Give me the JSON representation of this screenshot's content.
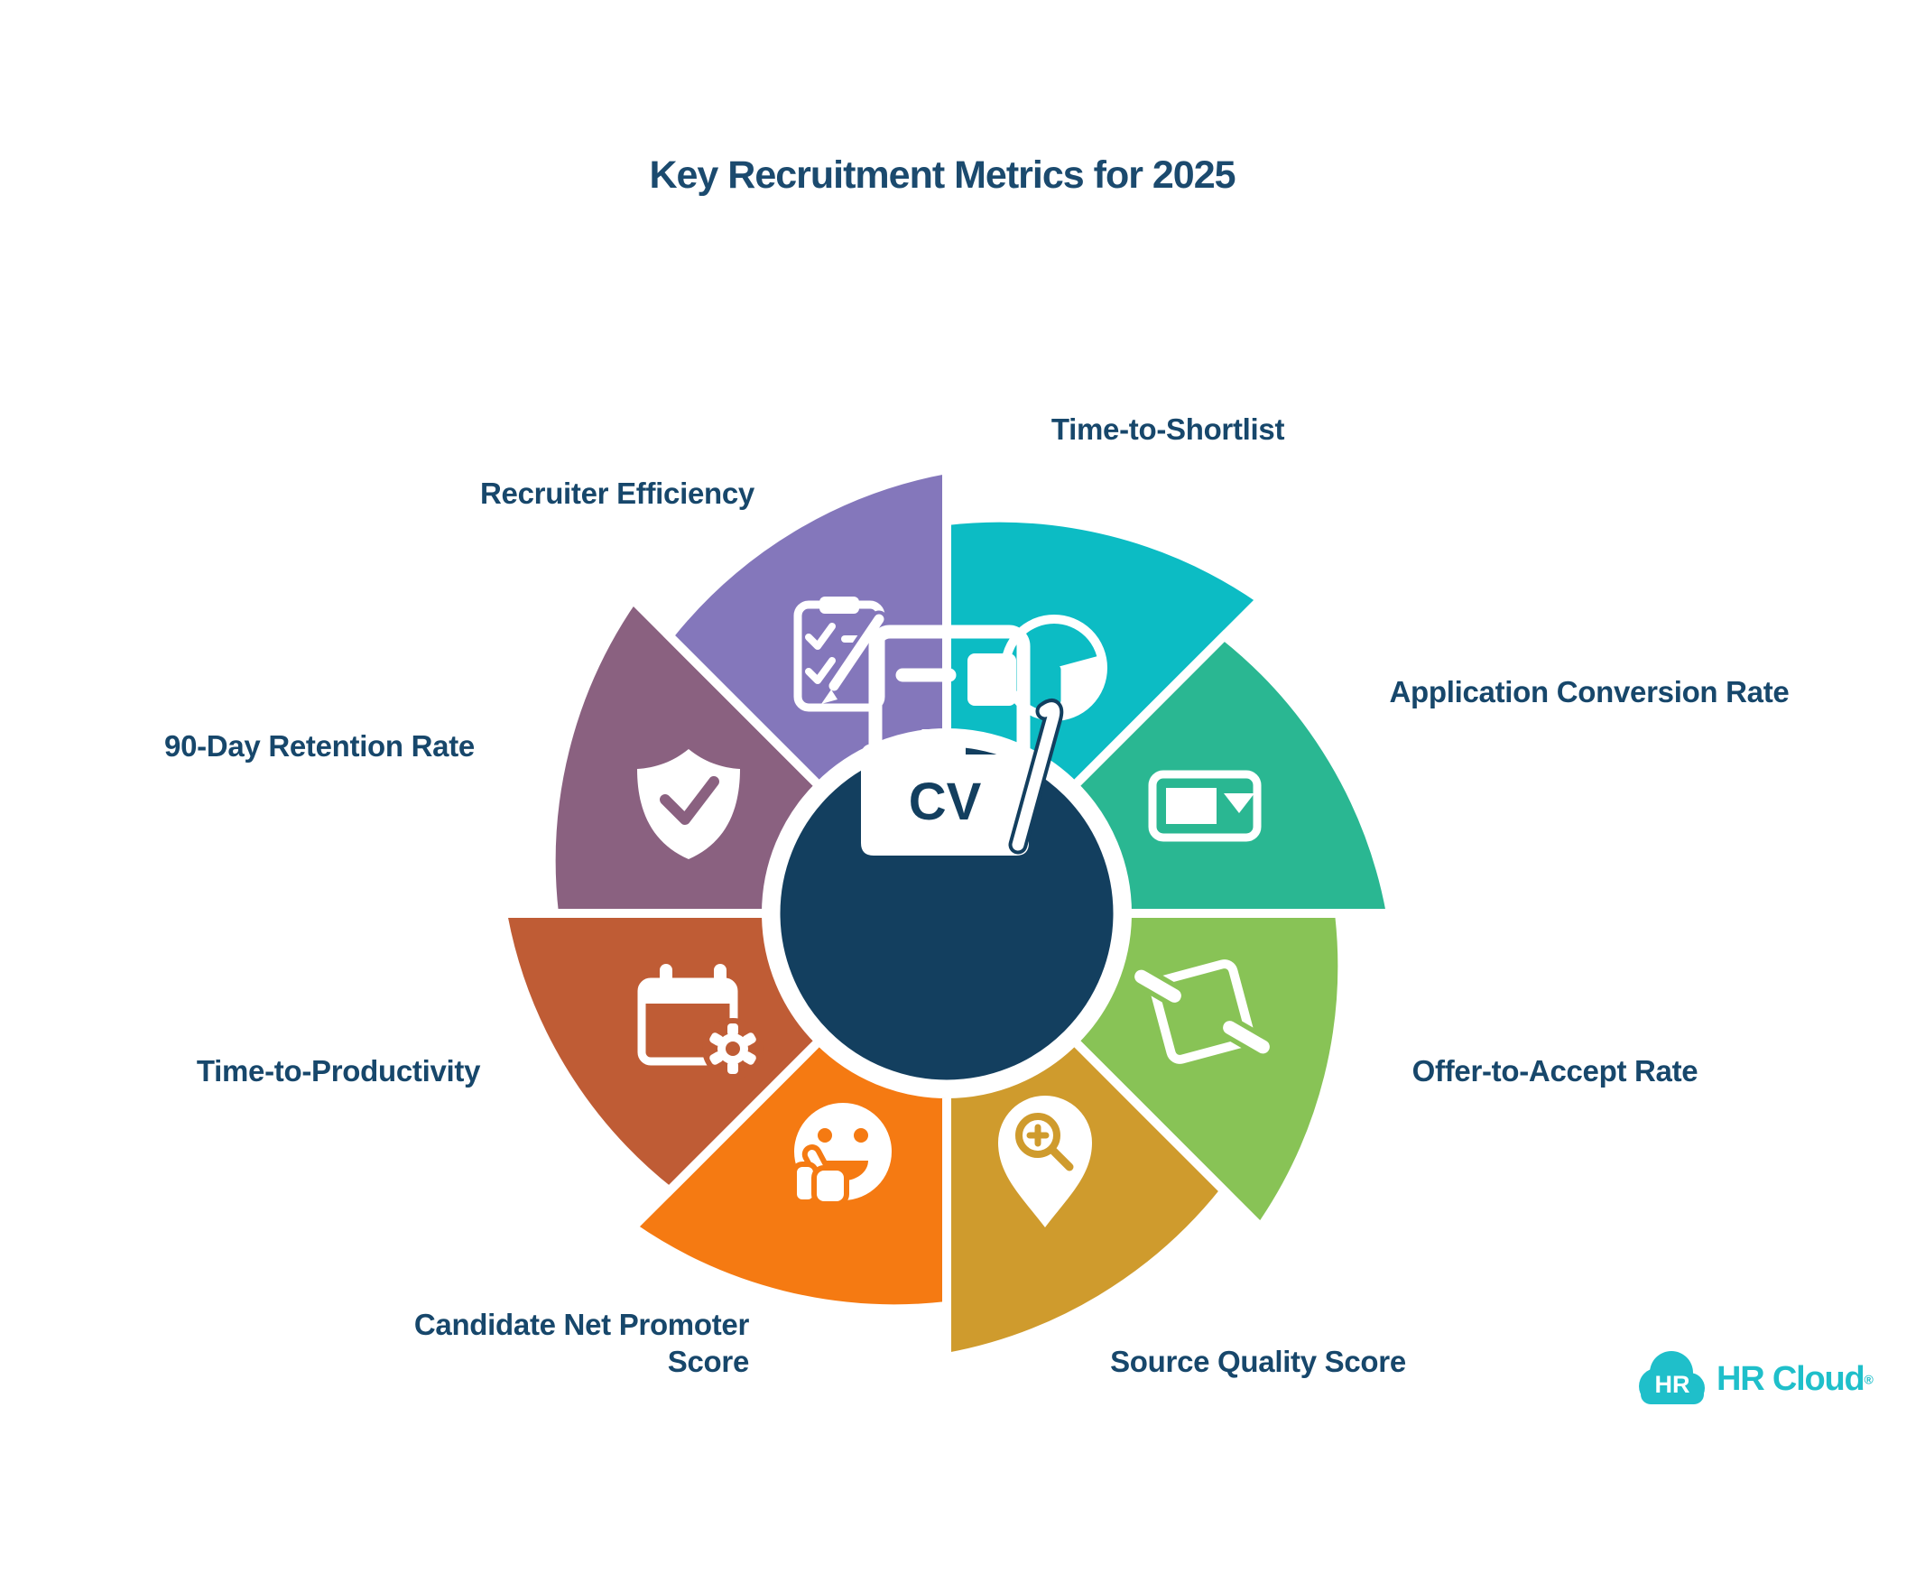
{
  "title": "Key Recruitment Metrics for 2025",
  "center": {
    "label": "CV"
  },
  "segments": [
    {
      "id": "time-to-shortlist",
      "label": "Time-to-Shortlist",
      "color": "#0cbcc4",
      "icon": "clock-icon"
    },
    {
      "id": "application-conversion-rate",
      "label": "Application Conversion Rate",
      "color": "#2ab792",
      "icon": "form-select-icon"
    },
    {
      "id": "offer-to-accept-rate",
      "label": "Offer-to-Accept Rate",
      "color": "#88c356",
      "icon": "document-exchange-icon"
    },
    {
      "id": "source-quality-score",
      "label": "Source Quality Score",
      "color": "#cf9b2d",
      "icon": "search-location-pin-icon"
    },
    {
      "id": "candidate-net-promoter-score",
      "label": "Candidate Net Promoter Score",
      "color": "#f57a12",
      "icon": "smiley-thumbs-up-icon"
    },
    {
      "id": "time-to-productivity",
      "label": "Time-to-Productivity",
      "color": "#bf5c35",
      "icon": "calendar-gear-icon"
    },
    {
      "id": "90-day-retention-rate",
      "label": "90-Day Retention Rate",
      "color": "#8a6180",
      "icon": "shield-check-icon"
    },
    {
      "id": "recruiter-efficiency",
      "label": "Recruiter Efficiency",
      "color": "#8477bb",
      "icon": "clipboard-check-icon"
    }
  ],
  "colors": {
    "center_circle": "#133f5f",
    "label_text": "#17476b",
    "title_text": "#1b4a6e"
  },
  "logo": {
    "badge": "HR",
    "name": "HR Cloud",
    "registered": "®",
    "color": "#1fbfca"
  }
}
